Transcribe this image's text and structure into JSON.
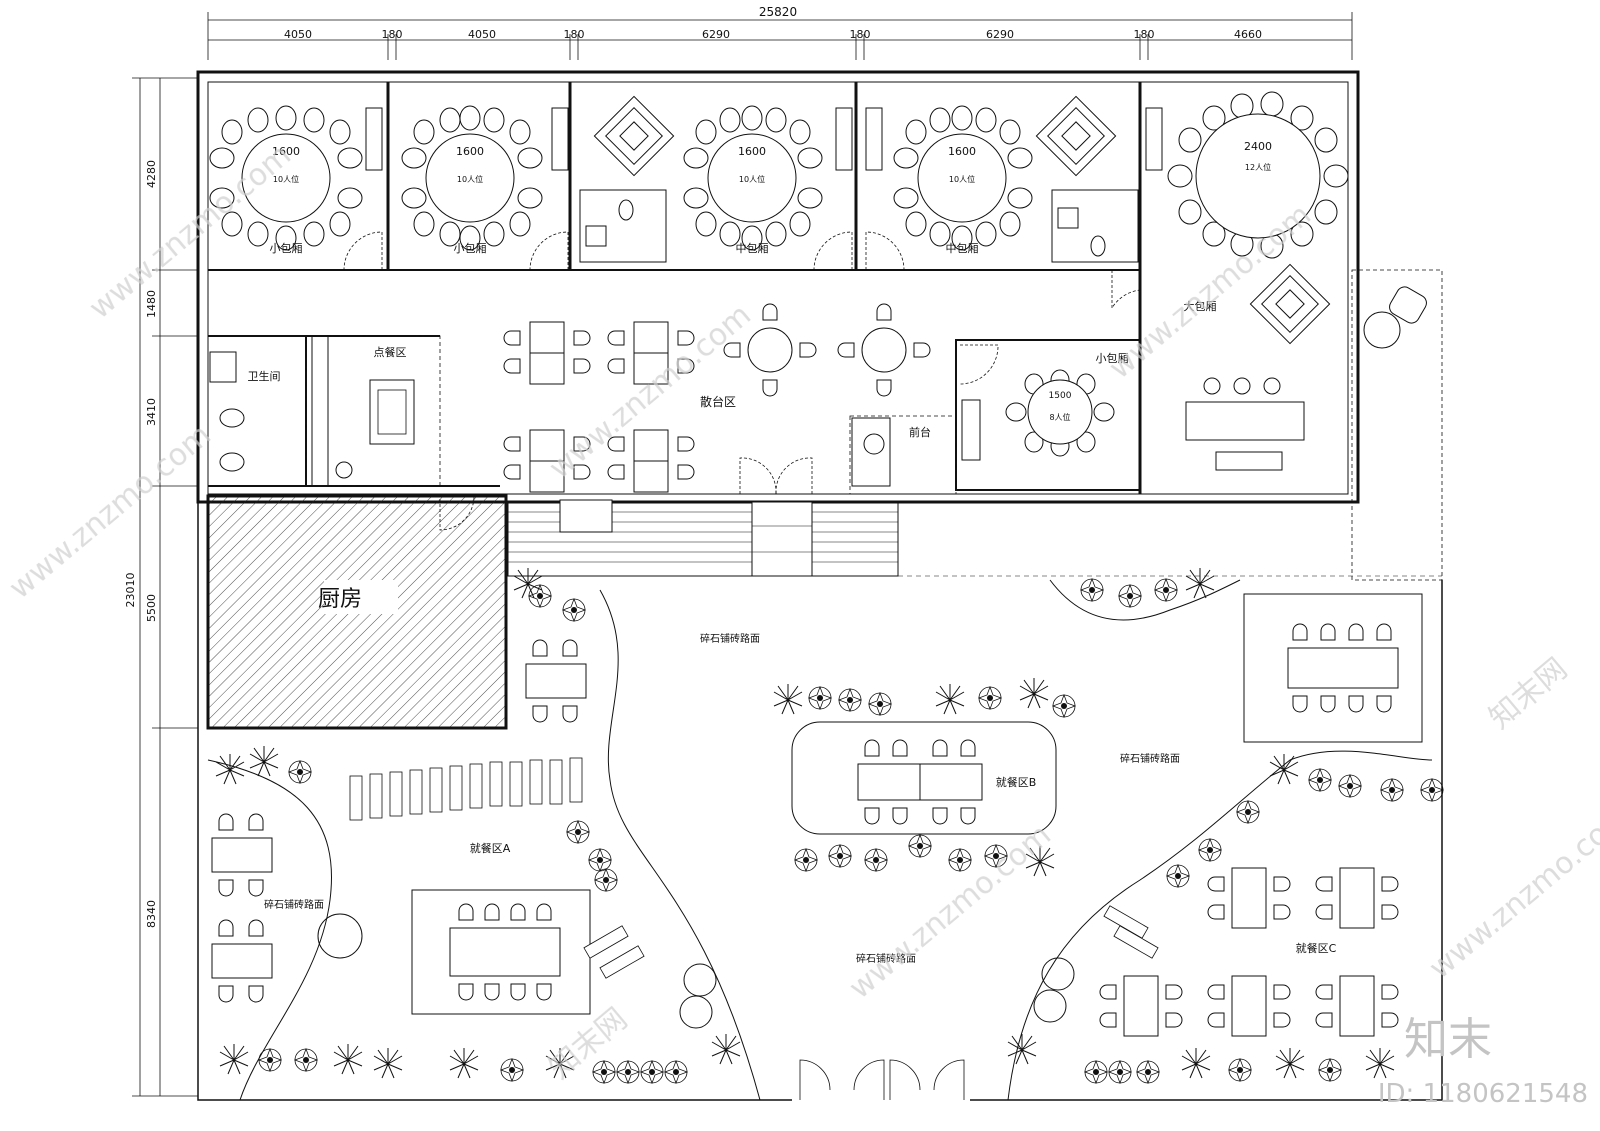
{
  "dimensions": {
    "total": "25820",
    "top_segments": [
      "4050",
      "180",
      "4050",
      "180",
      "6290",
      "180",
      "6290",
      "180",
      "4660"
    ],
    "left_total": "23010",
    "left_segments": [
      "4280",
      "1480",
      "3410",
      "5500",
      "8340"
    ]
  },
  "rooms": {
    "small_room_a": "小包厢",
    "small_room_b": "小包厢",
    "mid_room_a": "中包厢",
    "mid_room_b": "中包厢",
    "large_room": "大包厢",
    "small_room_c": "小包厢",
    "restroom": "卫生间",
    "order_area": "点餐区",
    "hall": "散台区",
    "reception": "前台",
    "kitchen": "厨房"
  },
  "tables": {
    "t1_size": "1600",
    "t1_seats": "10人位",
    "t2_size": "1600",
    "t2_seats": "10人位",
    "t3_size": "1600",
    "t3_seats": "10人位",
    "t4_size": "1600",
    "t4_seats": "10人位",
    "t5_size": "2400",
    "t5_seats": "12人位",
    "t6_size": "1500",
    "t6_seats": "8人位"
  },
  "outdoor": {
    "paving_1": "碎石铺砖路面",
    "paving_2": "碎石铺砖路面",
    "paving_3": "碎石铺砖路面",
    "paving_4": "碎石铺砖路面",
    "dining_a": "就餐区A",
    "dining_b": "就餐区B",
    "dining_c": "就餐区C"
  },
  "watermark": {
    "site": "www.znzmo.com",
    "brand": "知末网",
    "logo": "知末",
    "id": "ID: 1180621548"
  },
  "colors": {
    "line": "#111111",
    "watermark": "#cfcfcf"
  }
}
